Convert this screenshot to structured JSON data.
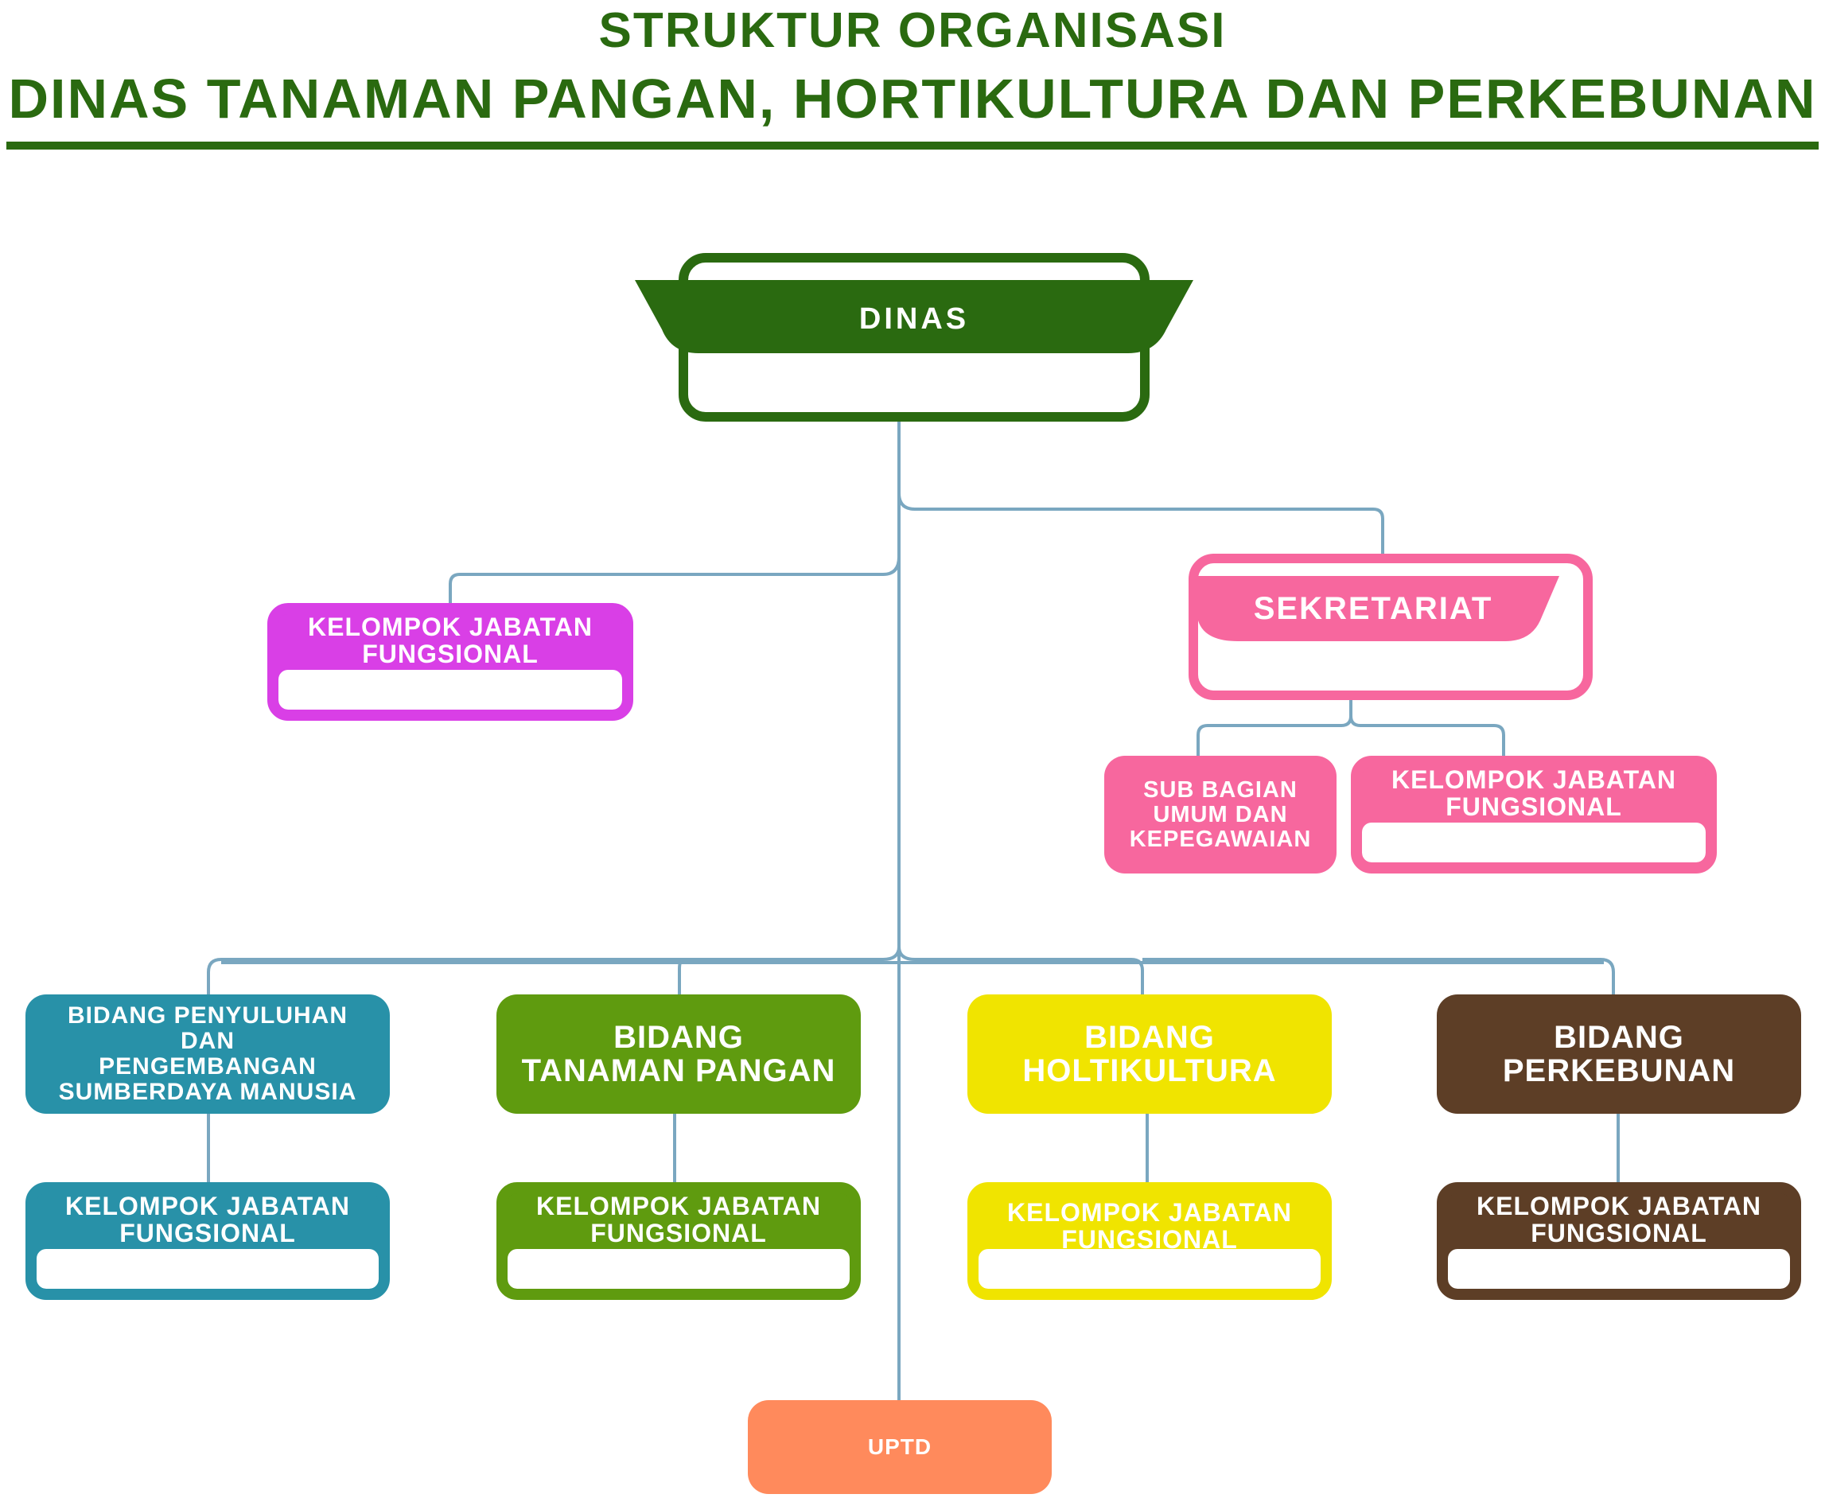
{
  "title": {
    "line1": "STRUKTUR ORGANISASI",
    "line2": "DINAS TANAMAN PANGAN, HORTIKULTURA DAN PERKEBUNAN"
  },
  "colors": {
    "dark_green": "#2a6a10",
    "connector": "#7aa7c0",
    "magenta": "#d93fe6",
    "pink": "#f7679e",
    "teal": "#2891a8",
    "green": "#5f9b0f",
    "yellow": "#f0e400",
    "brown": "#5d3e26",
    "orange": "#ff8a5c"
  },
  "nodes": {
    "dinas": "DINAS",
    "kjf_dinas": [
      "KELOMPOK JABATAN",
      "FUNGSIONAL"
    ],
    "sekretariat": "SEKRETARIAT",
    "sub_bagian": [
      "SUB BAGIAN",
      "UMUM DAN",
      "KEPEGAWAIAN"
    ],
    "kjf_sekretariat": [
      "KELOMPOK JABATAN",
      "FUNGSIONAL"
    ],
    "bidang_penyuluhan": [
      "BIDANG PENYULUHAN DAN",
      "PENGEMBANGAN",
      "SUMBERDAYA MANUSIA"
    ],
    "bidang_tanaman_pangan": [
      "BIDANG",
      "TANAMAN PANGAN"
    ],
    "bidang_holtikultura": [
      "BIDANG",
      "HOLTIKULTURA"
    ],
    "bidang_perkebunan": [
      "BIDANG",
      "PERKEBUNAN"
    ],
    "kjf_penyuluhan": [
      "KELOMPOK JABATAN",
      "FUNGSIONAL"
    ],
    "kjf_tanaman_pangan": [
      "KELOMPOK JABATAN",
      "FUNGSIONAL"
    ],
    "kjf_holtikultura": [
      "KELOMPOK JABATAN",
      "FUNGSIONAL"
    ],
    "kjf_perkebunan": [
      "KELOMPOK JABATAN",
      "FUNGSIONAL"
    ],
    "uptd": "UPTD"
  }
}
